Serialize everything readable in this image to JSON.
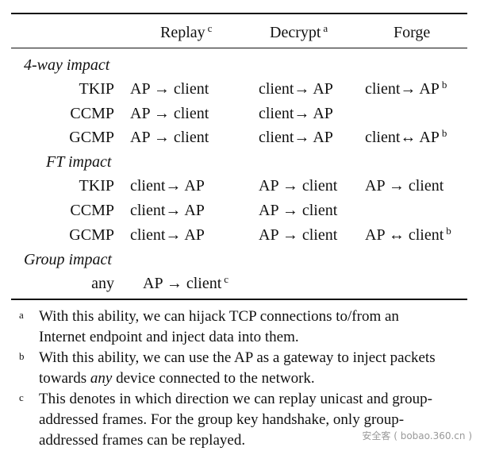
{
  "headers": {
    "replay": "Replay",
    "replay_mark": "c",
    "decrypt": "Decrypt",
    "decrypt_mark": "a",
    "forge": "Forge"
  },
  "sections": [
    {
      "title": "4-way impact",
      "rows": [
        {
          "label": "TKIP",
          "replay": "AP → client",
          "decrypt": "client→ AP",
          "forge": "client→ AP",
          "forge_mark": "b"
        },
        {
          "label": "CCMP",
          "replay": "AP → client",
          "decrypt": "client→ AP",
          "forge": ""
        },
        {
          "label": "GCMP",
          "replay": "AP → client",
          "decrypt": "client→ AP",
          "forge": "client↔ AP",
          "forge_mark": "b"
        }
      ]
    },
    {
      "title": "FT impact",
      "rows": [
        {
          "label": "TKIP",
          "replay": "client→ AP",
          "decrypt": "AP → client",
          "forge": "AP → client"
        },
        {
          "label": "CCMP",
          "replay": "client→ AP",
          "decrypt": "AP → client",
          "forge": ""
        },
        {
          "label": "GCMP",
          "replay": "client→ AP",
          "decrypt": "AP → client",
          "forge": "AP ↔ client",
          "forge_mark": "b"
        }
      ]
    },
    {
      "title": "Group impact",
      "rows": [
        {
          "label": "any",
          "replay": "AP → client",
          "replay_mark": "c",
          "decrypt": "",
          "forge": ""
        }
      ]
    }
  ],
  "notes": [
    {
      "mark": "a",
      "lines": [
        "With this ability, we can hijack TCP connections to/from an",
        "Internet endpoint and inject data into them."
      ]
    },
    {
      "mark": "b",
      "lines": [
        "With this ability, we can use the AP as a gateway to inject packets",
        "towards any device connected to the network."
      ]
    },
    {
      "mark": "c",
      "lines": [
        "This denotes in which direction we can replay unicast and group-",
        "addressed frames. For the group key handshake, only group-",
        "addressed frames can be replayed."
      ]
    }
  ],
  "watermark": "安全客 ( bobao.360.cn )"
}
